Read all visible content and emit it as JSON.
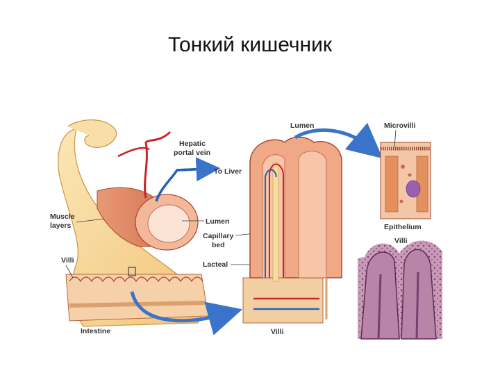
{
  "title": "Тонкий кишечник",
  "labels": {
    "hepatic_portal_vein_1": "Hepatic",
    "hepatic_portal_vein_2": "portal vein",
    "to_liver": "To Liver",
    "muscle_layers_1": "Muscle",
    "muscle_layers_2": "layers",
    "lumen_left": "Lumen",
    "capillary_bed_1": "Capillary",
    "capillary_bed_2": "bed",
    "lacteal": "Lacteal",
    "villi_left": "Villi",
    "intestine": "Intestine",
    "lumen_top": "Lumen",
    "villi_bottom": "Villi",
    "microvilli": "Microvilli",
    "epithelium": "Epithelium",
    "villi_micro": "Villi"
  },
  "colors": {
    "tissue_pink": "#f0a987",
    "tissue_dark": "#d9775a",
    "cream": "#f6dca0",
    "vein_blue": "#2a5fb8",
    "artery_red": "#c8242b",
    "arrow_blue": "#3a73c9",
    "histology_purple": "#b884a8"
  }
}
